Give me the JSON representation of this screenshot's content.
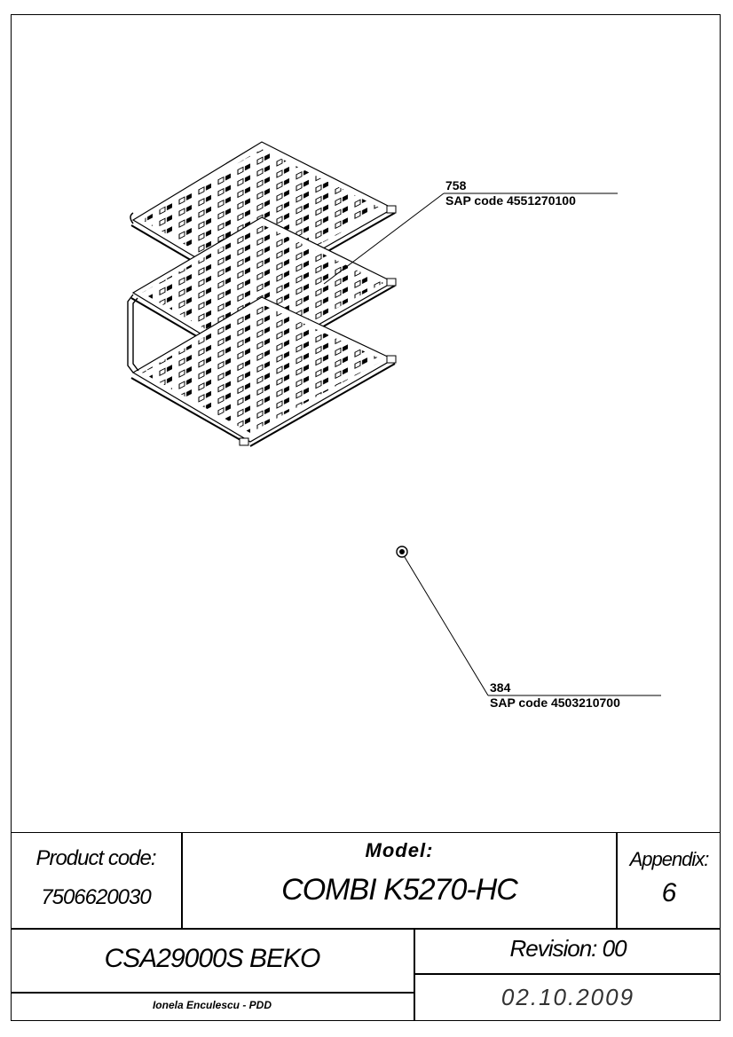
{
  "parts": [
    {
      "number": "758",
      "sap": "SAP code 4551270100"
    },
    {
      "number": "384",
      "sap": "SAP code 4503210700"
    }
  ],
  "title_block": {
    "product_code_label": "Product code:",
    "product_code_value": "7506620030",
    "model_label": "Model:",
    "model_value": "COMBI K5270-HC",
    "appendix_label": "Appendix:",
    "appendix_value": "6",
    "product_name": "CSA29000S BEKO",
    "revision": "Revision: 00",
    "author": "Ionela Enculescu - PDD",
    "date": "02.10.2009"
  }
}
